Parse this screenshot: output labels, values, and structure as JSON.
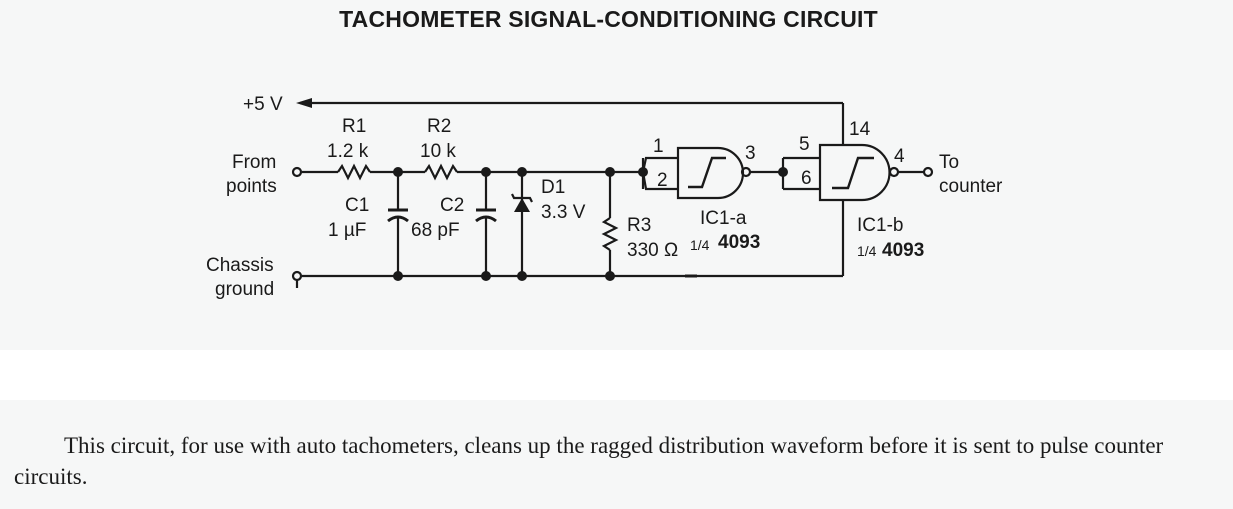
{
  "title": "TACHOMETER SIGNAL-CONDITIONING CIRCUIT",
  "supply": {
    "label": "+5 V"
  },
  "terminals": {
    "input_line1": "From",
    "input_line2": "points",
    "ground_line1": "Chassis",
    "ground_line2": "ground",
    "output_line1": "To",
    "output_line2": "counter"
  },
  "components": {
    "R1": {
      "name": "R1",
      "value": "1.2 k"
    },
    "R2": {
      "name": "R2",
      "value": "10 k"
    },
    "C1": {
      "name": "C1",
      "value": "1 µF"
    },
    "C2": {
      "name": "C2",
      "value": "68 pF"
    },
    "D1": {
      "name": "D1",
      "value": "3.3 V"
    },
    "R3": {
      "name": "R3",
      "value": "330 Ω"
    },
    "IC1a": {
      "name": "IC1-a",
      "fraction": "1/4",
      "part": "4093",
      "pins": [
        "1",
        "2",
        "3"
      ]
    },
    "IC1b": {
      "name": "IC1-b",
      "fraction": "1/4",
      "part": "4093",
      "pins": [
        "5",
        "6",
        "4",
        "14"
      ]
    }
  },
  "caption": "This circuit, for use with auto tachometers, cleans up the ragged distribution waveform before it is sent to pulse counter circuits."
}
